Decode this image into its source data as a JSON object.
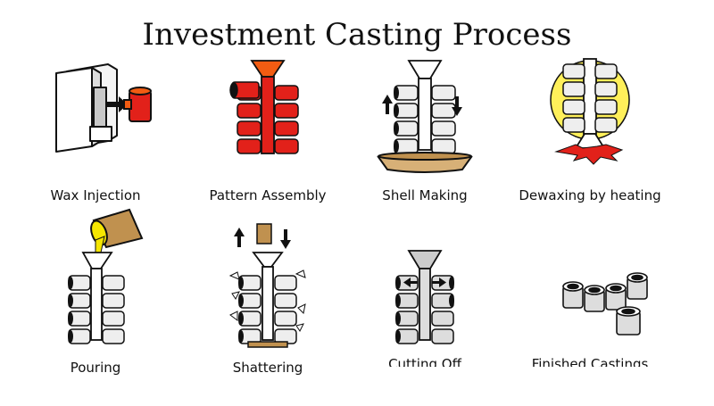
{
  "title": "Investment Casting Process",
  "steps": [
    {
      "label": "Wax Injection"
    },
    {
      "label": "Pattern Assembly"
    },
    {
      "label": "Shell Making"
    },
    {
      "label": "Dewaxing by heating"
    },
    {
      "label": "Pouring"
    },
    {
      "label": "Shattering"
    },
    {
      "label": "Cutting Off"
    },
    {
      "label": "Finished Castings"
    }
  ],
  "colors": {
    "wax_red": "#e2211a",
    "wax_orange": "#f25c12",
    "shell_grey": "#eeeeee",
    "metal_yellow": "#f5e600",
    "bronze": "#c0914f",
    "heat_yellow": "#fff05a",
    "outline": "#111111"
  }
}
